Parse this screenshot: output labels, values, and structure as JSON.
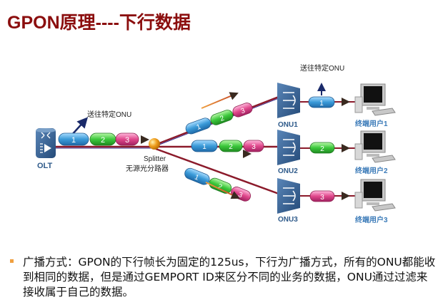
{
  "title": "GPON原理----下行数据",
  "diagram": {
    "olt_label": "OLT",
    "splitter_label": "Splitter",
    "splitter_sublabel": "无源光分路器",
    "send_to_onu_label": "送往特定ONU",
    "packets": [
      "1",
      "2",
      "3"
    ],
    "onus": [
      {
        "label": "ONU1",
        "user_label": "终端用户1",
        "packet": "1"
      },
      {
        "label": "ONU2",
        "user_label": "终端用户2",
        "packet": "2"
      },
      {
        "label": "ONU3",
        "user_label": "终端用户3",
        "packet": "3"
      }
    ],
    "colors": {
      "packet_1": "#3a9ad8",
      "packet_2": "#3cc83c",
      "packet_3": "#e0488c",
      "fiber": "#8b1a2a",
      "device": "#2e5a8a",
      "splitter": "#f0a020",
      "arrow": "#e08030"
    }
  },
  "bullet": {
    "text": "广播方式：GPON的下行帧长为固定的125us，下行为广播方式，所有的ONU都能收到相同的数据，但是通过GEMPORT ID来区分不同的业务的数据，ONU通过过滤来接收属于自己的数据。"
  }
}
